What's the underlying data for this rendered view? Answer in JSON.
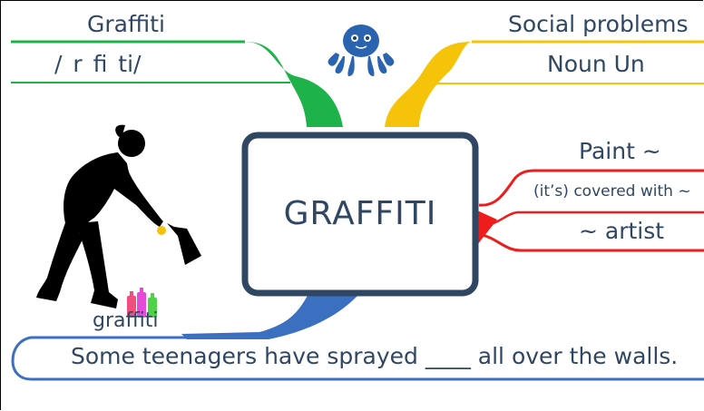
{
  "center": {
    "title": "GRAFFITI"
  },
  "branches": {
    "graffiti": {
      "heading": "Graffiti",
      "phonetic": "/ r fi ti/",
      "color": "#1db34a"
    },
    "social": {
      "heading": "Social problems",
      "pos": "Noun Un",
      "color": "#f5c40a"
    },
    "paint": {
      "heading": "Paint ~",
      "covered": "(it’s) covered with ~",
      "artist": "~ artist",
      "color": "#ee1c1c"
    },
    "example": {
      "label": "graffiti",
      "sentence": "Some teenagers have sprayed ____ all over the walls.",
      "color": "#3b6fc0"
    }
  },
  "icons": {
    "octopus": "octopus-icon",
    "person": "person-spraying-silhouette",
    "cans": "spray-cans-icon"
  },
  "colors": {
    "text": "#2f4763",
    "box_border": "#2f4763"
  }
}
